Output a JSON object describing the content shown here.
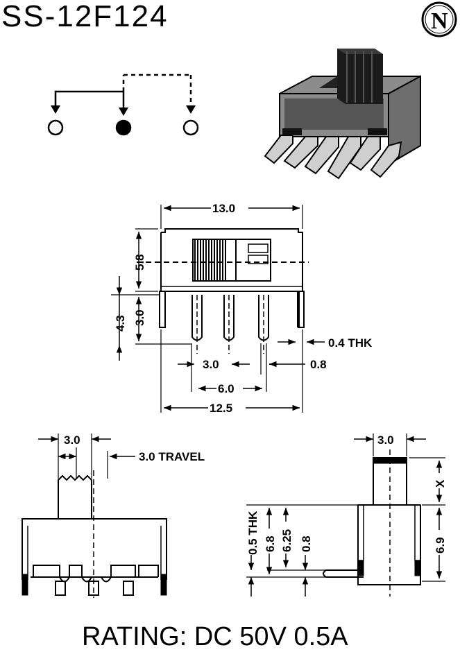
{
  "title": "SS-12F124",
  "logo": {
    "letter": "N"
  },
  "front_view": {
    "width": "13.0",
    "body_height": "5.8",
    "pin_length": "3.0",
    "total_height": "4.3",
    "thickness": "0.4 THK",
    "pin_pitch": "3.0",
    "pin_width": "0.8",
    "pin_span": "6.0",
    "overall": "12.5"
  },
  "top_view": {
    "knob_width": "3.0",
    "travel": "3.0 TRAVEL"
  },
  "side_view": {
    "knob_width": "3.0",
    "x_mark": "X",
    "height": "6.9",
    "thk": "0.5 THK",
    "dim_68": "6.8",
    "dim_625": "6.25",
    "dim_08": "0.8"
  },
  "rating": "RATING: DC 50V 0.5A"
}
